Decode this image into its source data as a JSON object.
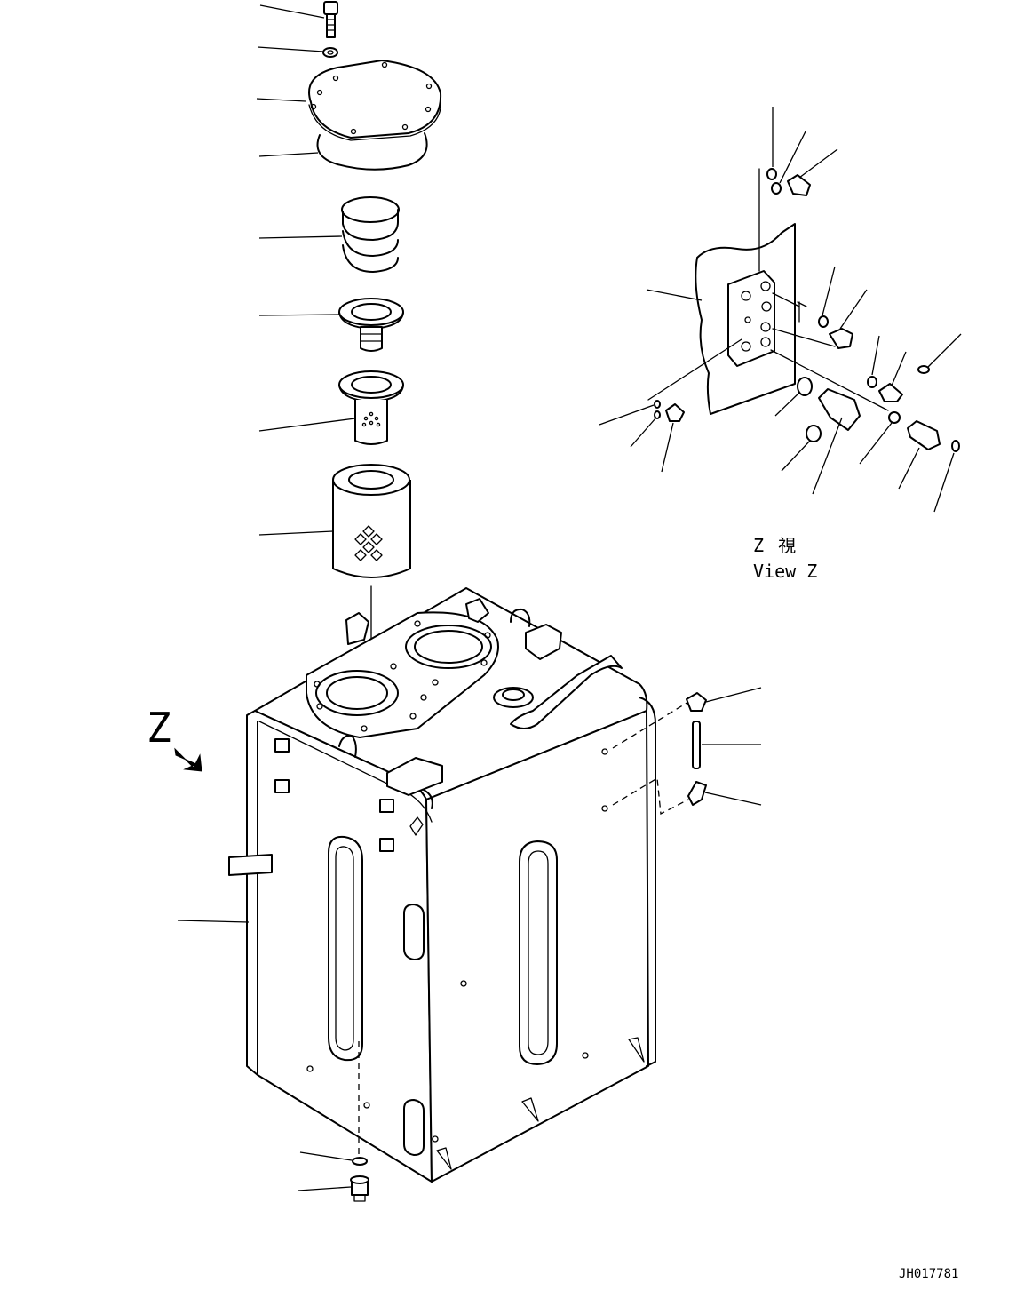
{
  "view_label": {
    "japanese": "Z 視",
    "english": "View Z"
  },
  "arrow_label": "Z",
  "drawing_number": "JH017781"
}
